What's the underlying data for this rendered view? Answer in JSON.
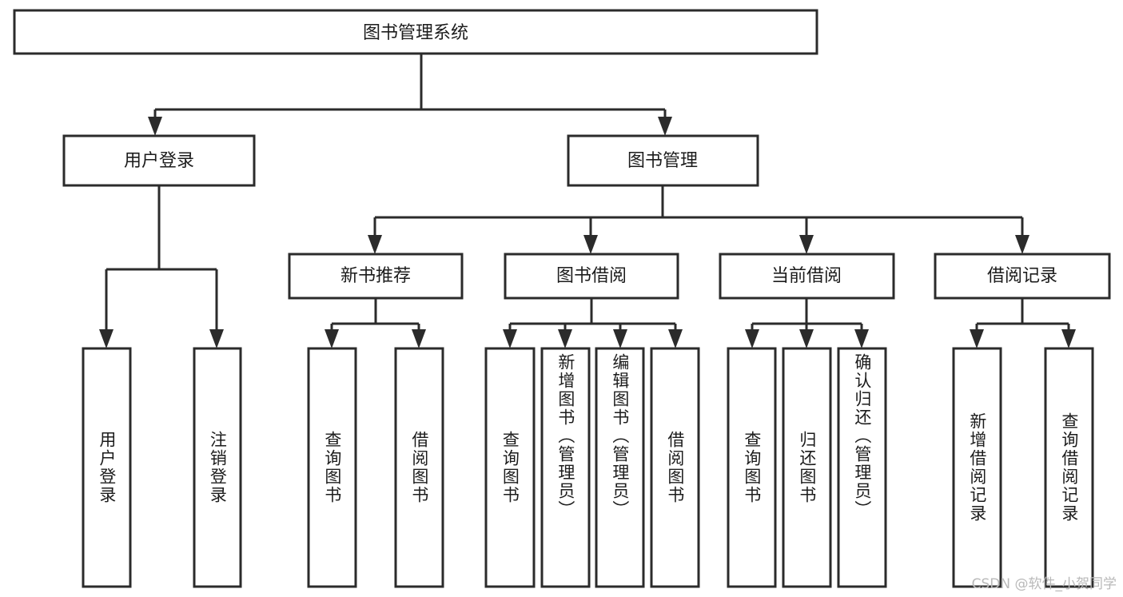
{
  "diagram": {
    "title": "图书管理系统",
    "type": "tree",
    "root": {
      "label": "图书管理系统"
    },
    "level2": [
      {
        "label": "用户登录"
      },
      {
        "label": "图书管理"
      }
    ],
    "level3": [
      {
        "label": "新书推荐"
      },
      {
        "label": "图书借阅"
      },
      {
        "label": "当前借阅"
      },
      {
        "label": "借阅记录"
      }
    ],
    "leaves": {
      "user_login": [
        {
          "label": "用户登录"
        },
        {
          "label": "注销登录"
        }
      ],
      "new_book_recommend": [
        {
          "label": "查询图书"
        },
        {
          "label": "借阅图书"
        }
      ],
      "book_borrow": [
        {
          "label": "查询图书"
        },
        {
          "label": "新增图书（管理员）"
        },
        {
          "label": "编辑图书（管理员）"
        },
        {
          "label": "借阅图书"
        }
      ],
      "current_borrow": [
        {
          "label": "查询图书"
        },
        {
          "label": "归还图书"
        },
        {
          "label": "确认归还（管理员）"
        }
      ],
      "borrow_record": [
        {
          "label": "新增借阅记录"
        },
        {
          "label": "查询借阅记录"
        }
      ]
    }
  },
  "watermark": {
    "text": "CSDN @软件_小贺同学"
  },
  "colors": {
    "stroke": "#2b2b2b",
    "fill": "#ffffff",
    "text": "#1c1c1c",
    "watermark": "#b9b9b9"
  }
}
